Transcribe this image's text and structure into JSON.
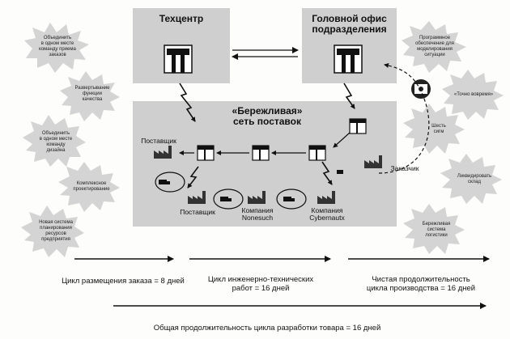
{
  "boxes": {
    "techcenter": "Техцентр",
    "head_office": "Головной офис\nподразделения",
    "lean_network": "«Бережливая»\nсеть поставок"
  },
  "left_bursts": [
    "Объединить\nв одном месте\nкоманду приема\nзаказов",
    "Развертывание\nфункции\nкачества",
    "Объединить\nв одном месте\nкоманду\nдизайна",
    "Комплексное\nпроектирование",
    "Новая система\nпланирования\nресурсов\nпредприятия"
  ],
  "right_bursts": [
    "Программное\nобеспечение для\nмоделирования\nситуации",
    "«Точно вовремя»",
    "Шесть\nсигм",
    "Ликвидировать\nсклад",
    "Бережливая\nсистема\nлогистики"
  ],
  "labels": {
    "supplier_top": "Поставщик",
    "customer": "Заказчик",
    "supplier_bottom": "Поставщик",
    "company_nonesuch": "Компания\nNonesuch",
    "company_cybernautx": "Компания\nCybernautx"
  },
  "cycles": {
    "order": "Цикл размещения заказа = 8 дней",
    "engineering": "Цикл инженерно-технических\nработ = 16 дней",
    "production": "Чистая продолжительность\nцикла производства = 16 дней",
    "total": "Общая продолжительность цикла разработки товара = 16 дней"
  },
  "colors": {
    "box_fill": "#cfcfcf",
    "burst_fill": "#d4d4d4",
    "line": "#111111"
  }
}
